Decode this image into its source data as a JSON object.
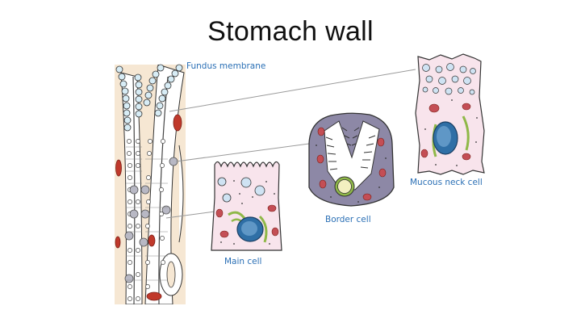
{
  "slide": {
    "title": "Stomach wall"
  },
  "labels": {
    "fundus": "Fundus membrane",
    "mucous_neck": "Mucous neck cell",
    "border": "Border cell",
    "main": "Main cell"
  },
  "colors": {
    "label": "#2a6fb5",
    "tissue_bg": "#f6e7d3",
    "cell_pink": "#f8e4ec",
    "border_cell_purple": "#8d88a6",
    "nucleus_blue": "#2f6fa6",
    "mitochondria_red": "#c44e55",
    "golgi_green": "#8fb848"
  }
}
